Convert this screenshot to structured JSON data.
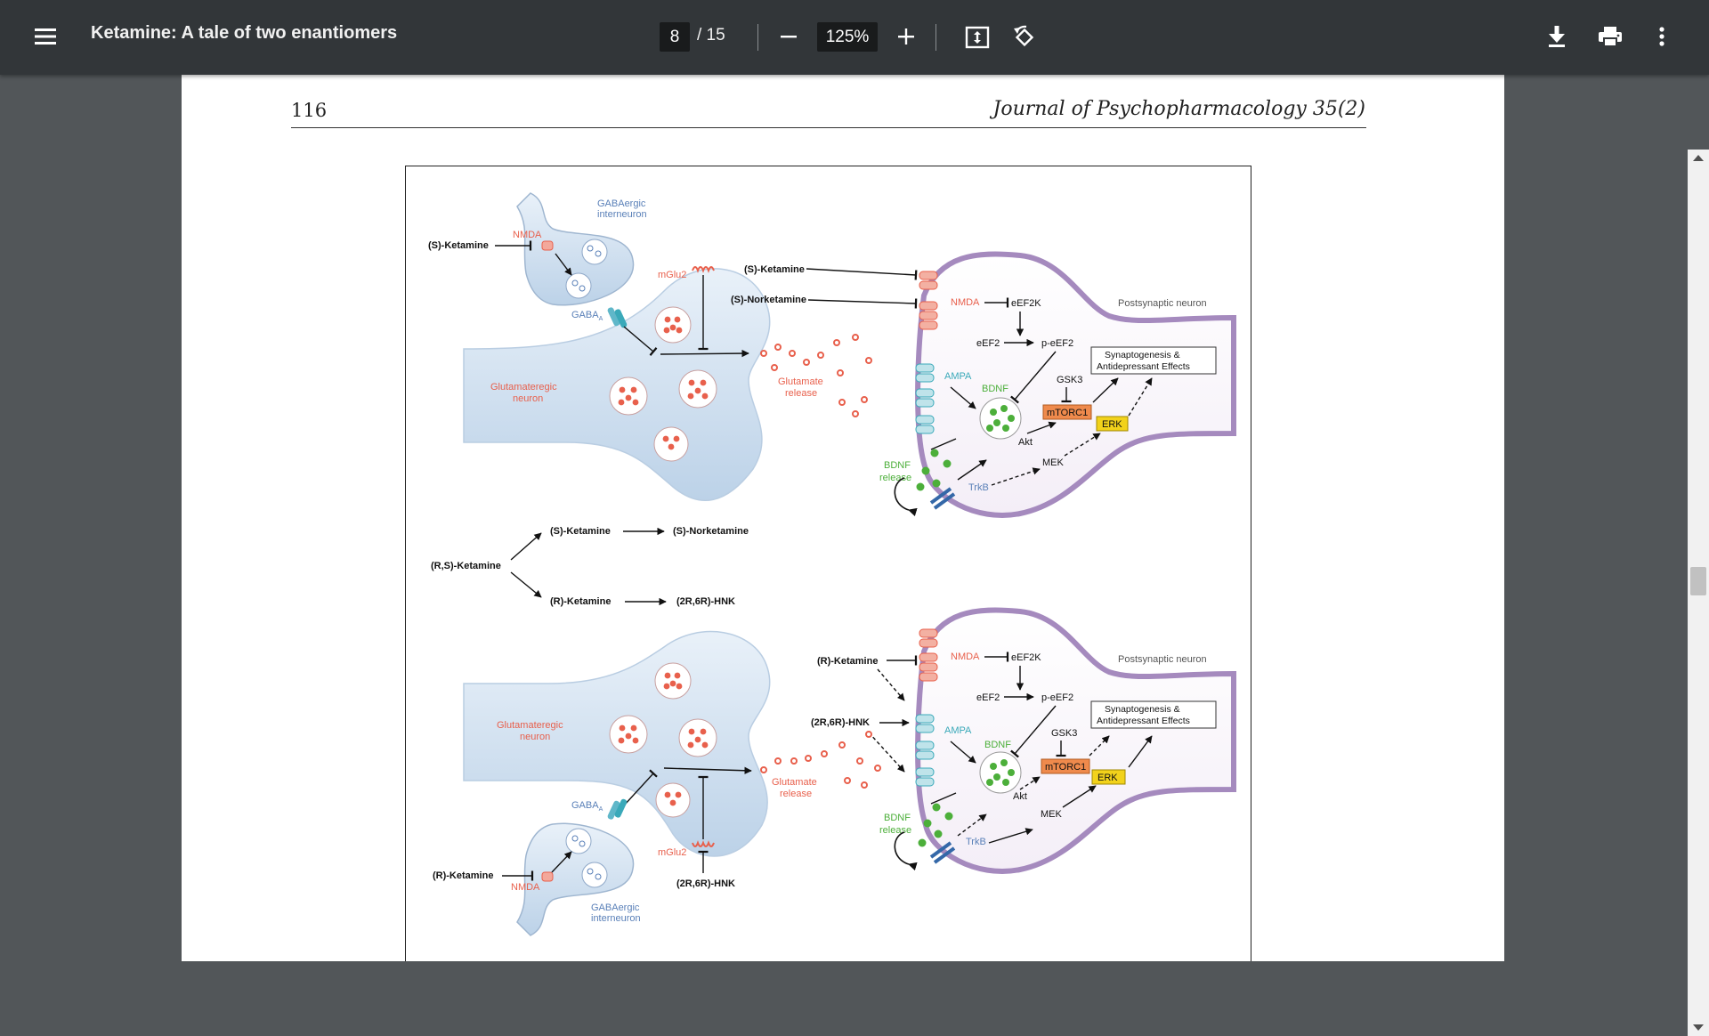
{
  "app": {
    "document_title": "Ketamine: A tale of two enantiomers",
    "current_page": "8",
    "page_total": "/ 15",
    "zoom": "125%"
  },
  "icons": {
    "menu": "hamburger-menu-icon",
    "zoom_out": "minus-icon",
    "zoom_in": "plus-icon",
    "fit": "fit-to-page-icon",
    "rotate": "rotate-icon",
    "download": "download-icon",
    "print": "print-icon",
    "more": "more-vertical-icon"
  },
  "page": {
    "number": "116",
    "journal": "Journal of Psychopharmacology 35(2)"
  },
  "figure": {
    "top": {
      "gaba_label_1": "GABAergic",
      "gaba_label_2": "interneuron",
      "nmda": "NMDA",
      "s_ketamine_left": "(S)-Ketamine",
      "mglu2": "mGlu2",
      "gaba_a": "GABA",
      "gaba_a_sub": "A",
      "glut_neuron_1": "Glutamateregic",
      "glut_neuron_2": "neuron",
      "glut_release_1": "Glutamate",
      "glut_release_2": "release",
      "s_ketamine_right": "(S)-Ketamine",
      "s_norketamine": "(S)-Norketamine",
      "post_nmda": "NMDA",
      "eef2k": "eEF2K",
      "eef2": "eEF2",
      "p_eef2": "p-eEF2",
      "postsynaptic": "Postsynaptic neuron",
      "synapto_1": "Synaptogenesis &",
      "synapto_2": "Antidepressant Effects",
      "ampa": "AMPA",
      "bdnf": "BDNF",
      "gsk3": "GSK3",
      "mtorc1": "mTORC1",
      "erk": "ERK",
      "akt": "Akt",
      "mek": "MEK",
      "bdnf_release_1": "BDNF",
      "bdnf_release_2": "release",
      "trkb": "TrkB"
    },
    "metabolism": {
      "rs_ketamine": "(R,S)-Ketamine",
      "s_ketamine": "(S)-Ketamine",
      "s_norketamine": "(S)-Norketamine",
      "r_ketamine": "(R)-Ketamine",
      "hnk": "(2R,6R)-HNK"
    },
    "bottom": {
      "r_ketamine_right": "(R)-Ketamine",
      "hnk_right": "(2R,6R)-HNK",
      "post_nmda": "NMDA",
      "eef2k": "eEF2K",
      "eef2": "eEF2",
      "p_eef2": "p-eEF2",
      "postsynaptic": "Postsynaptic neuron",
      "synapto_1": "Synaptogenesis &",
      "synapto_2": "Antidepressant Effects",
      "ampa": "AMPA",
      "bdnf": "BDNF",
      "gsk3": "GSK3",
      "mtorc1": "mTORC1",
      "erk": "ERK",
      "akt": "Akt",
      "mek": "MEK",
      "bdnf_release_1": "BDNF",
      "bdnf_release_2": "release",
      "trkb": "TrkB",
      "glut_neuron_1": "Glutamateregic",
      "glut_neuron_2": "neuron",
      "glut_release_1": "Glutamate",
      "glut_release_2": "release",
      "gaba_a": "GABA",
      "gaba_a_sub": "A",
      "mglu2": "mGlu2",
      "hnk_bottom": "(2R,6R)-HNK",
      "r_ketamine_left": "(R)-Ketamine",
      "nmda": "NMDA",
      "gaba_label_1": "GABAergic",
      "gaba_label_2": "interneuron"
    }
  },
  "colors": {
    "toolbar": "#323639",
    "background": "#525659",
    "nmda": "#e8604c",
    "gaba": "#5a80b8",
    "bdnf": "#4caf3a",
    "ampa": "#3aa9b9",
    "mtorc1": "#ef8a4c",
    "erk": "#f2d21b",
    "neuron_fill": "#d9e6f3",
    "post_fill": "#9b7fb0"
  }
}
